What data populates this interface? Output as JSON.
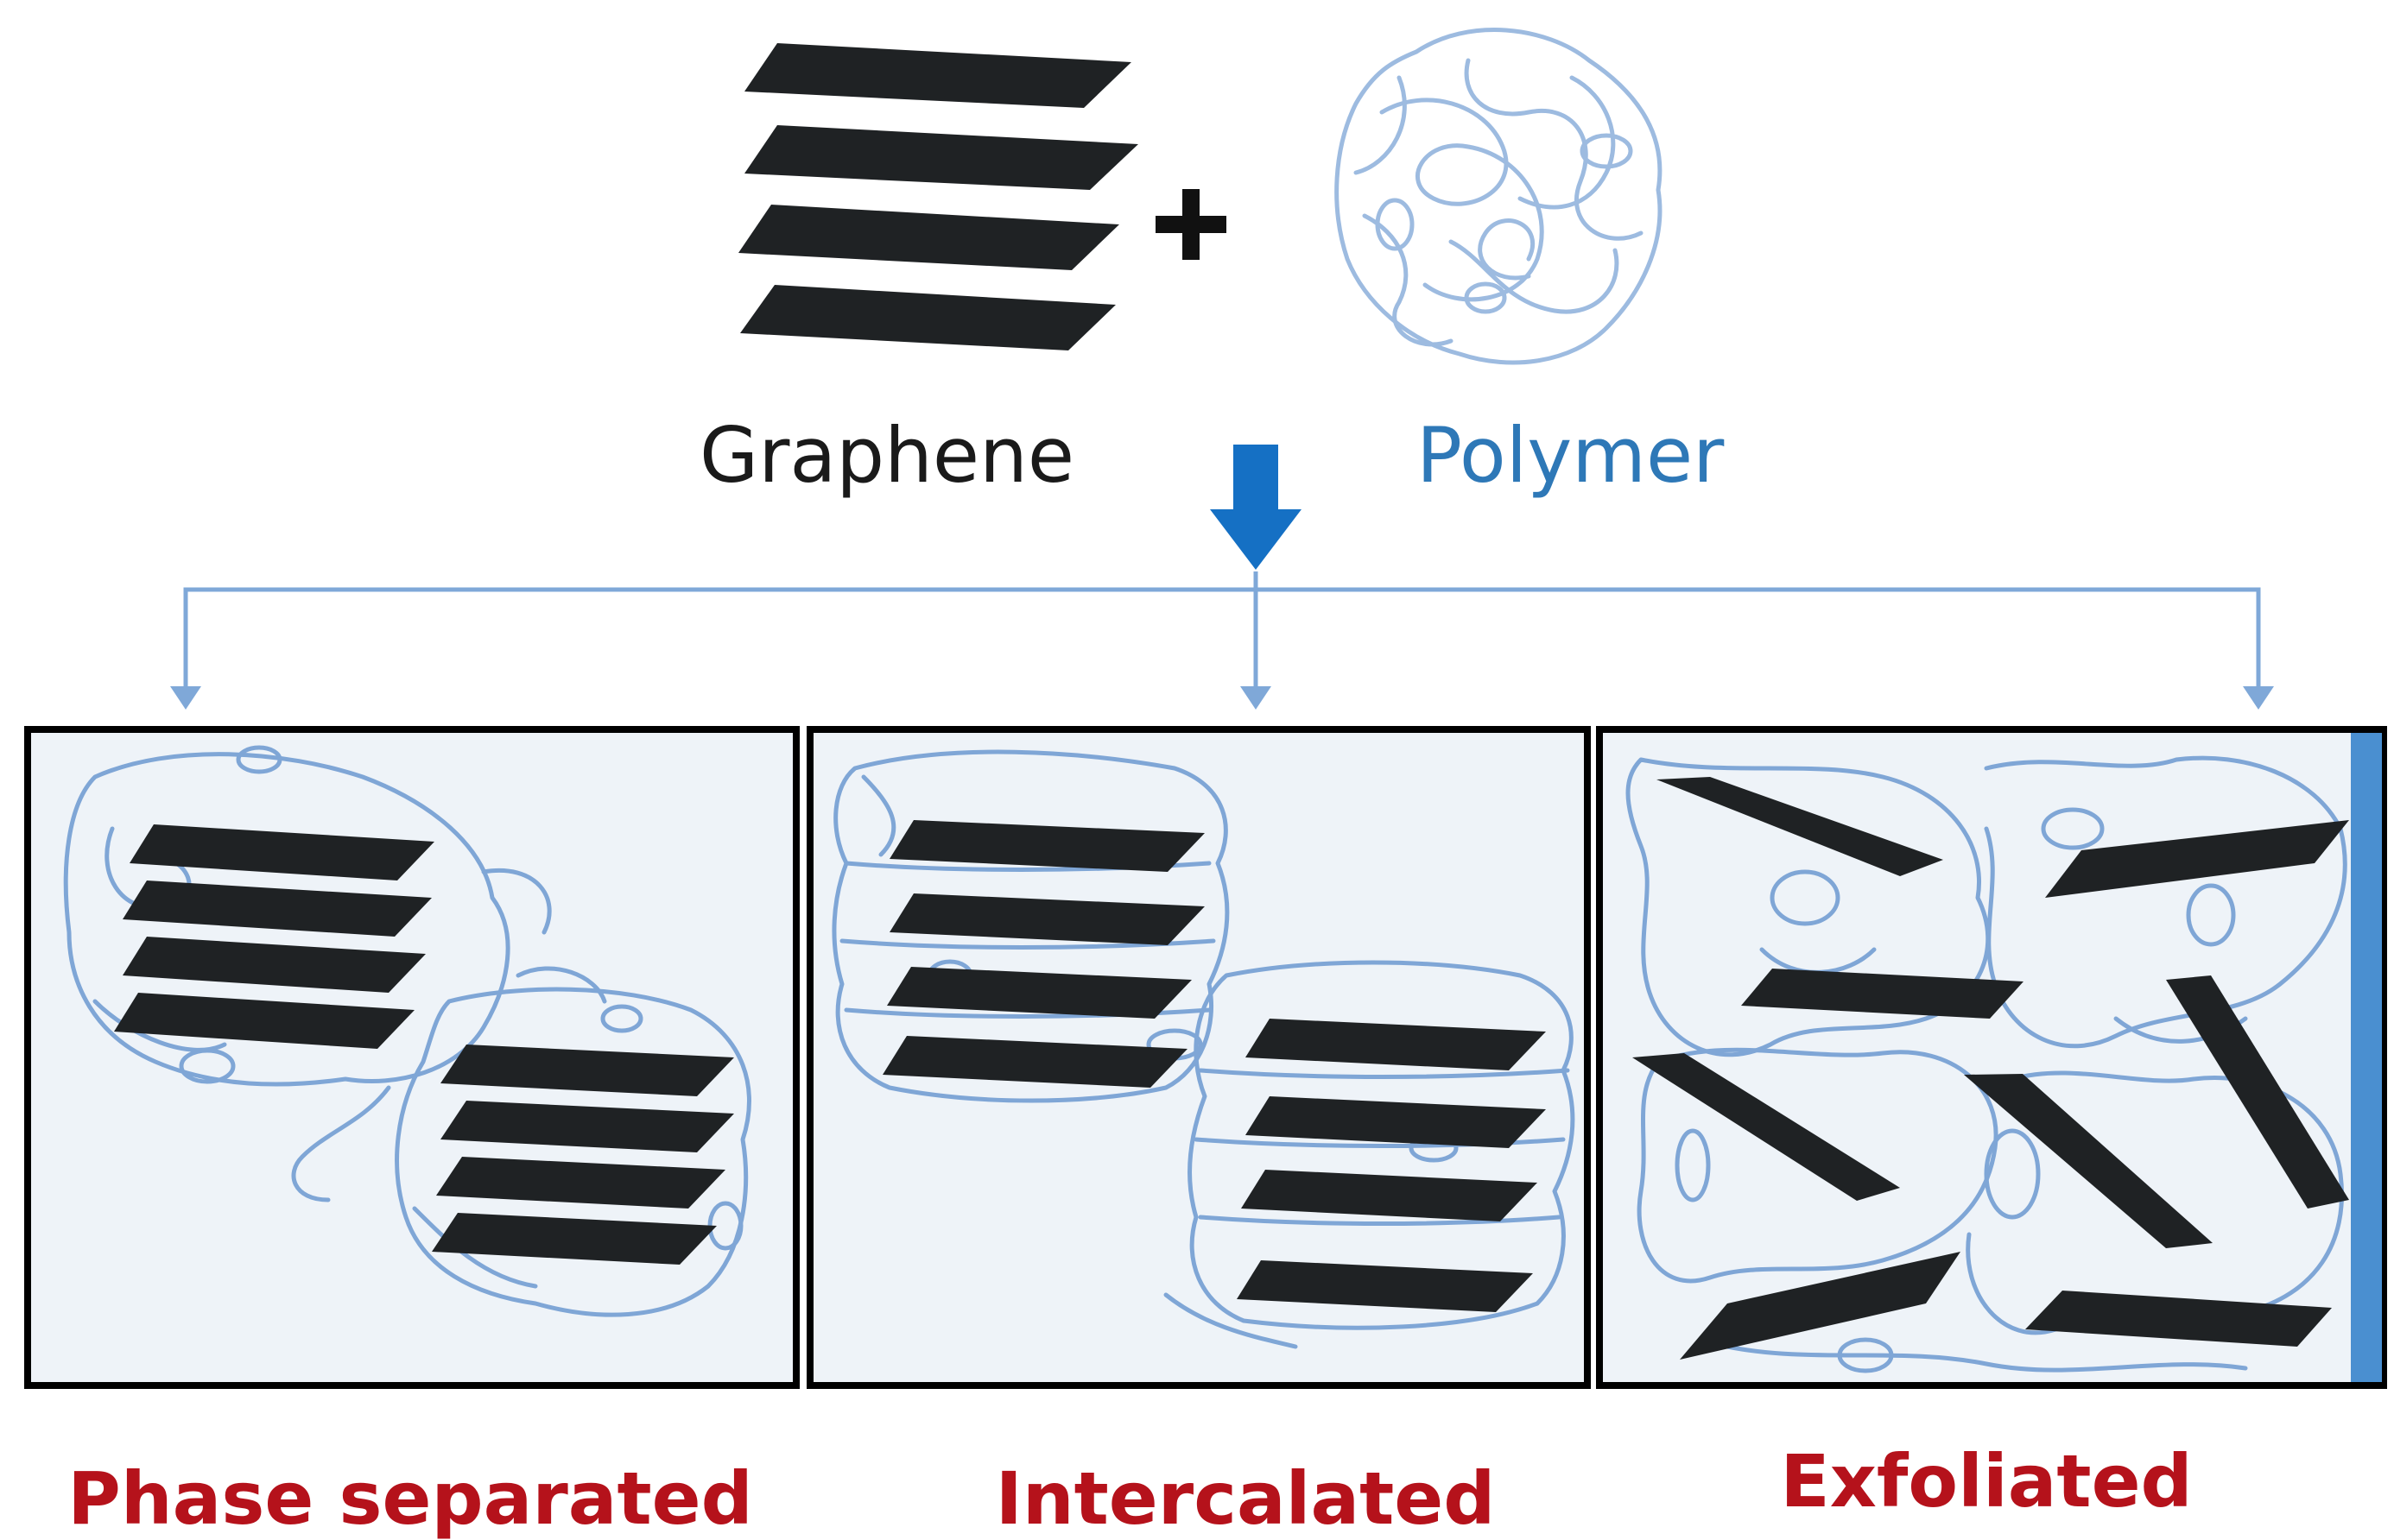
{
  "labels": {
    "graphene": "Graphene",
    "polymer": "Polymer",
    "plus": "+",
    "phase_separated": "Phase separated",
    "intercalated": "Intercalated",
    "exfoliated": "Exfoliated"
  },
  "colors": {
    "sheet": "#1f2224",
    "polymer_coil": "#7fa6d6",
    "polymer_label": "#2e78b7",
    "arrow": "#1570c4",
    "connector": "#7fa8d8",
    "result_label": "#b5121b",
    "panel_bg": "#eef3f8",
    "panel_border": "#000000",
    "side_bar": "#4a8fd0"
  },
  "icons": {
    "reaction_arrow": "down-arrow-icon",
    "plus": "plus-icon"
  }
}
